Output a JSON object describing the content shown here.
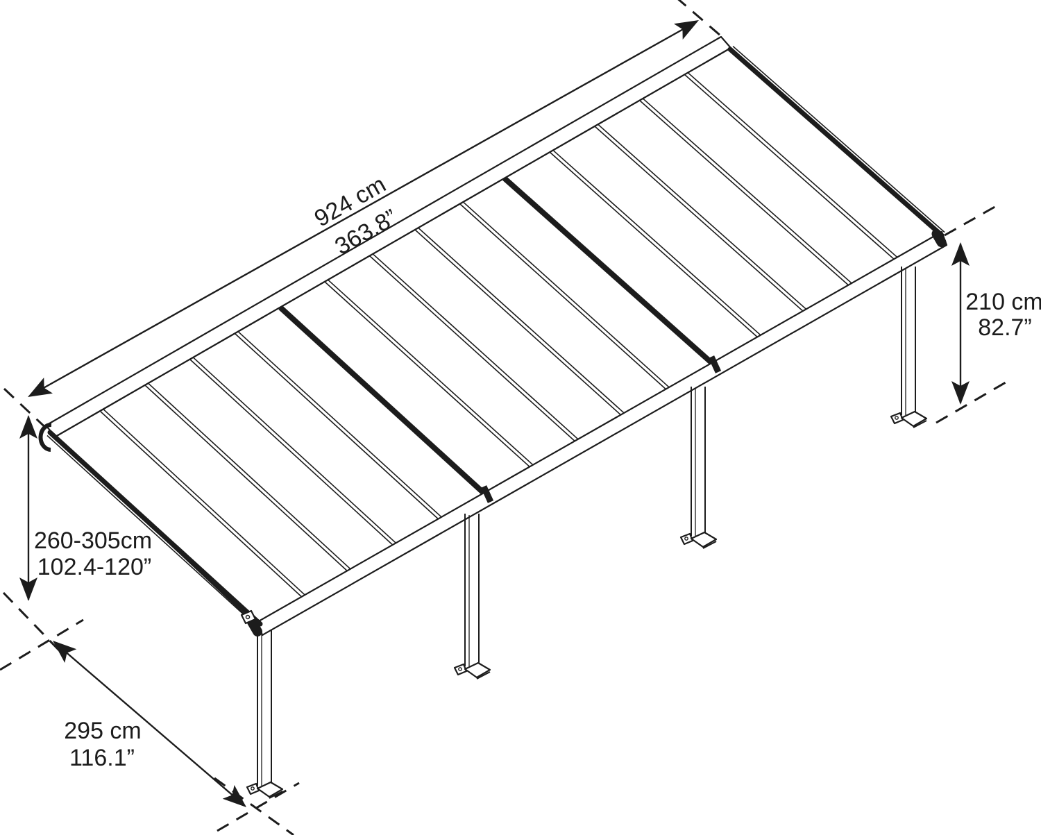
{
  "diagram": {
    "type": "patio-cover-dimension-diagram",
    "background_color": "#ffffff",
    "line_color": "#1c1c1c",
    "structure": {
      "roof_panels": 15,
      "section_connectors": 2,
      "posts": 4
    },
    "dimensions": {
      "length": {
        "metric": "924 cm",
        "imperial": "363.8”"
      },
      "depth": {
        "metric": "295 cm",
        "imperial": "116.1”"
      },
      "front_post_height": {
        "metric": "210 cm",
        "imperial": "82.7”"
      },
      "wall_mount_height": {
        "metric": "260-305cm",
        "imperial": "102.4-120”"
      }
    }
  }
}
